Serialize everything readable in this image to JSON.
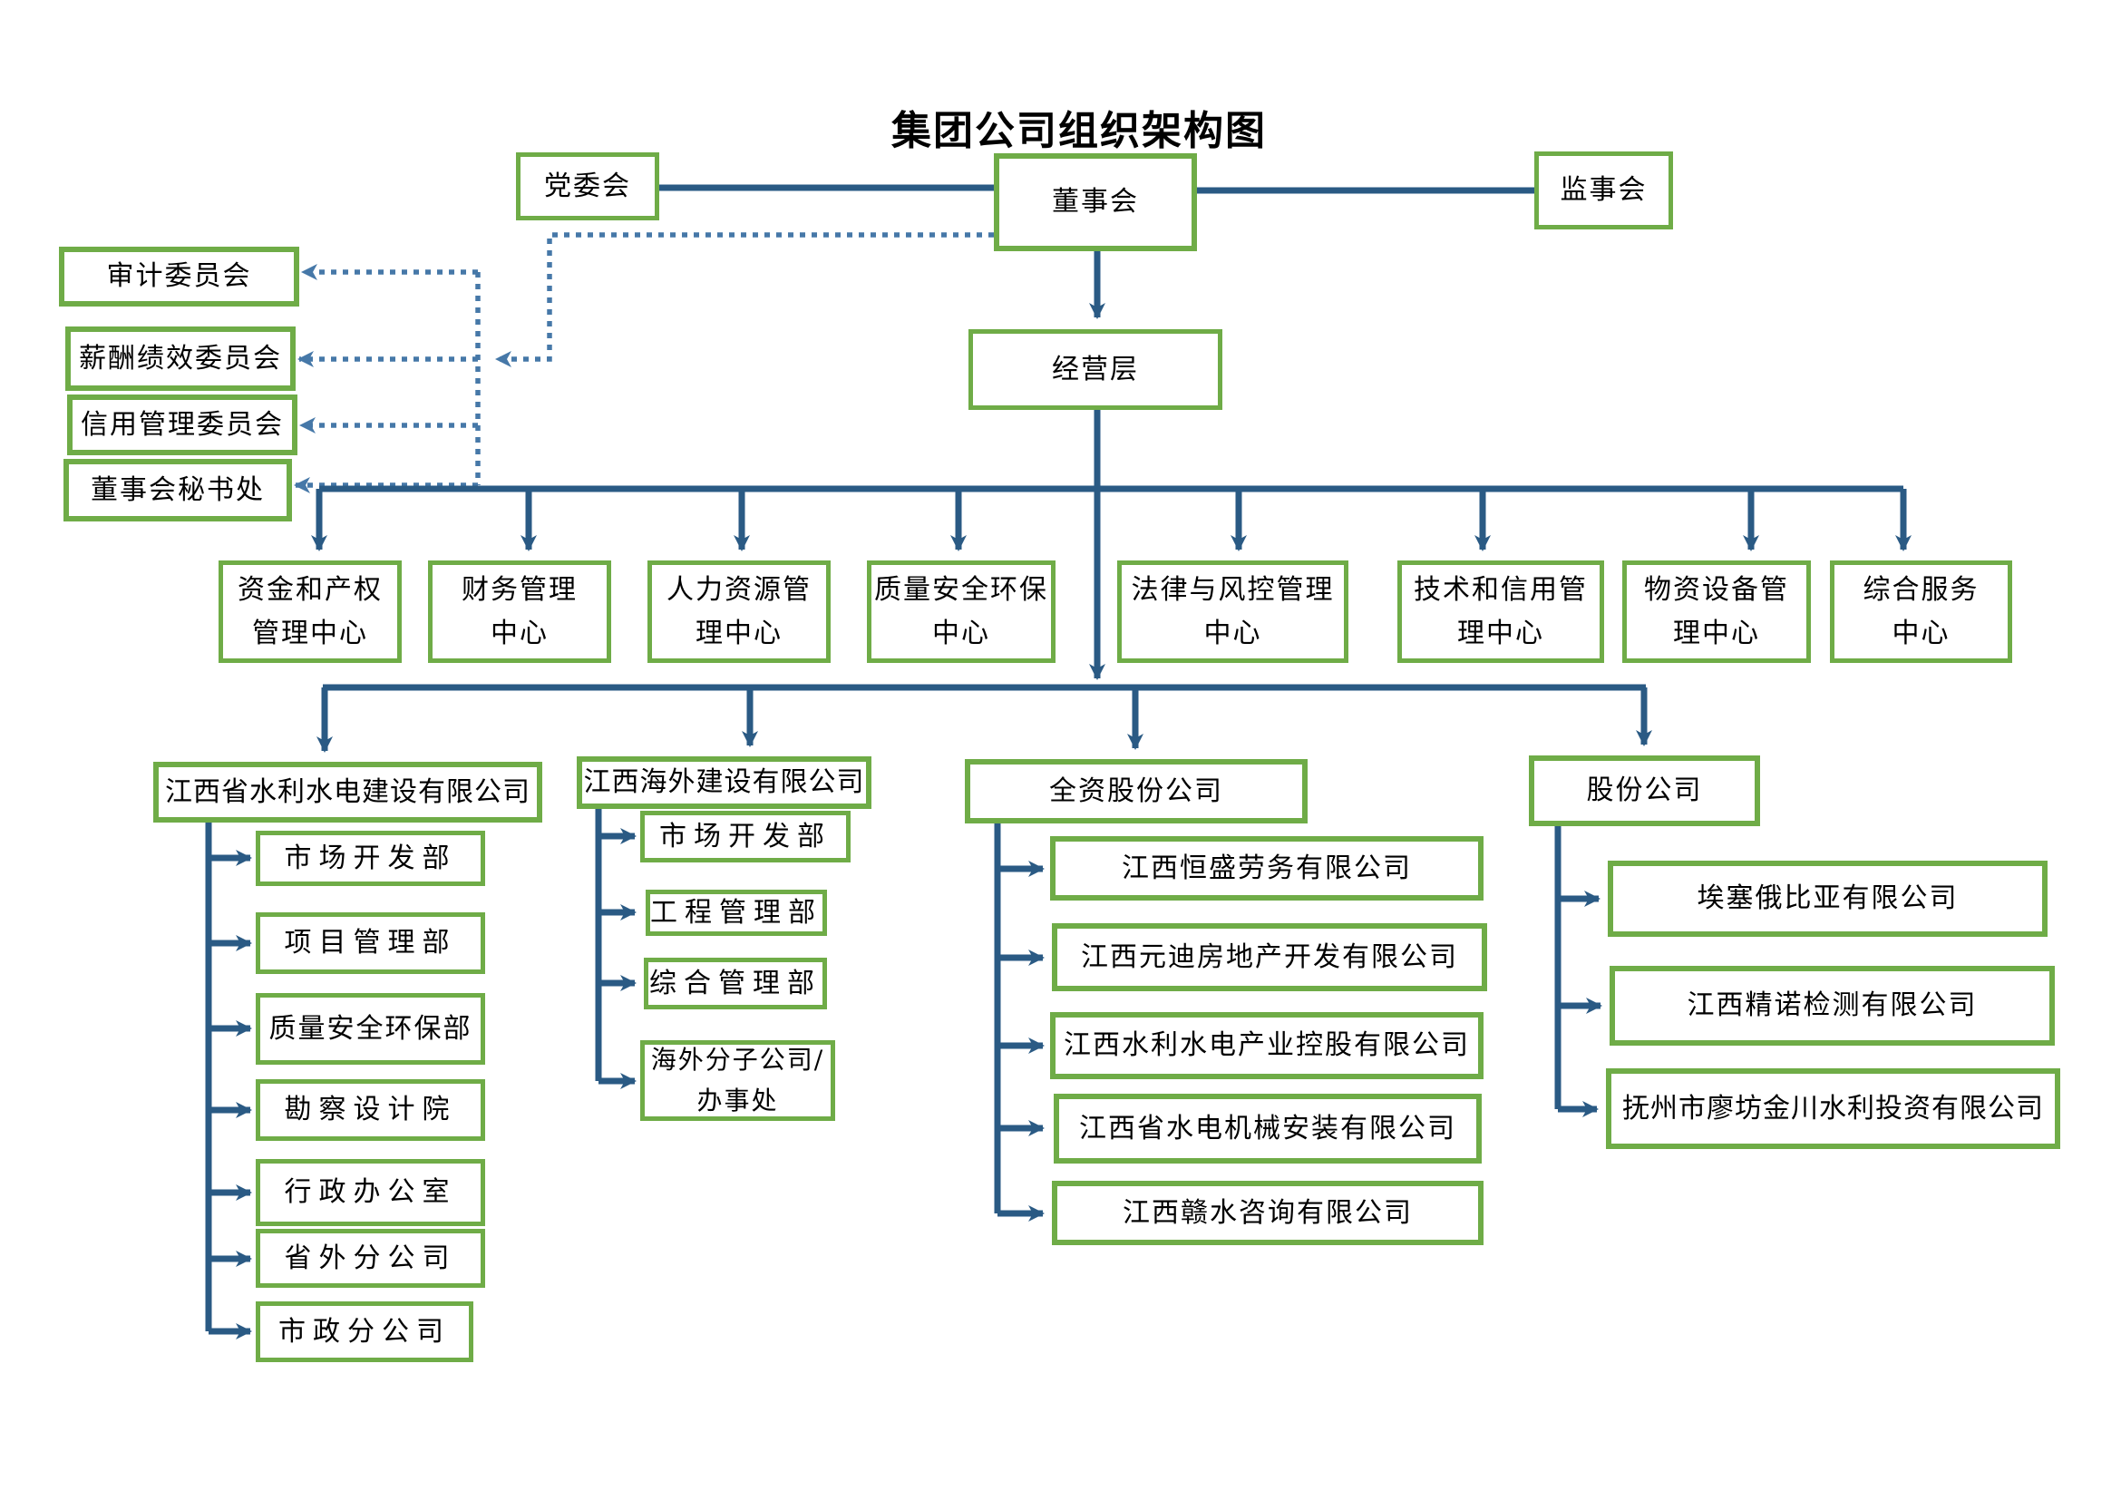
{
  "title": "集团公司组织架构图",
  "colors": {
    "box_border_green": "#6FAC47",
    "solid_line_blue": "#2A5A84",
    "dotted_line_blue": "#4678A8",
    "text": "#000000"
  },
  "top": {
    "party_committee": "党委会",
    "board": "董事会",
    "supervisory_board": "监事会",
    "management": "经营层"
  },
  "committees": [
    {
      "label": "审计委员会"
    },
    {
      "label": "薪酬绩效委员会"
    },
    {
      "label": "信用管理委员会"
    },
    {
      "label": "董事会秘书处"
    }
  ],
  "centers": [
    {
      "line1": "资金和产权",
      "line2": "管理中心"
    },
    {
      "line1": "财务管理",
      "line2": "中心"
    },
    {
      "line1": "人力资源管",
      "line2": "理中心"
    },
    {
      "line1": "质量安全环保",
      "line2": "中心"
    },
    {
      "line1": "法律与风控管理",
      "line2": "中心"
    },
    {
      "line1": "技术和信用管",
      "line2": "理中心"
    },
    {
      "line1": "物资设备管",
      "line2": "理中心"
    },
    {
      "line1": "综合服务",
      "line2": "中心"
    }
  ],
  "subsidiaries": [
    {
      "label": "江西省水利水电建设有限公司",
      "items": [
        {
          "label": "市场开发部"
        },
        {
          "label": "项目管理部"
        },
        {
          "label": "质量安全环保部"
        },
        {
          "label": "勘察设计院"
        },
        {
          "label": "行政办公室"
        },
        {
          "label": "省外分公司"
        },
        {
          "label": "市政分公司"
        }
      ]
    },
    {
      "label": "江西海外建设有限公司",
      "items": [
        {
          "label": "市场开发部"
        },
        {
          "label": "工程管理部"
        },
        {
          "label": "综合管理部"
        },
        {
          "line1": "海外分子公司/",
          "line2": "办事处"
        }
      ]
    },
    {
      "label": "全资股份公司",
      "items": [
        {
          "label": "江西恒盛劳务有限公司"
        },
        {
          "label": "江西元迪房地产开发有限公司"
        },
        {
          "label": "江西水利水电产业控股有限公司"
        },
        {
          "label": "江西省水电机械安装有限公司"
        },
        {
          "label": "江西赣水咨询有限公司"
        }
      ]
    },
    {
      "label": "股份公司",
      "items": [
        {
          "label": "埃塞俄比亚有限公司"
        },
        {
          "label": "江西精诺检测有限公司"
        },
        {
          "label": "抚州市廖坊金川水利投资有限公司"
        }
      ]
    }
  ]
}
